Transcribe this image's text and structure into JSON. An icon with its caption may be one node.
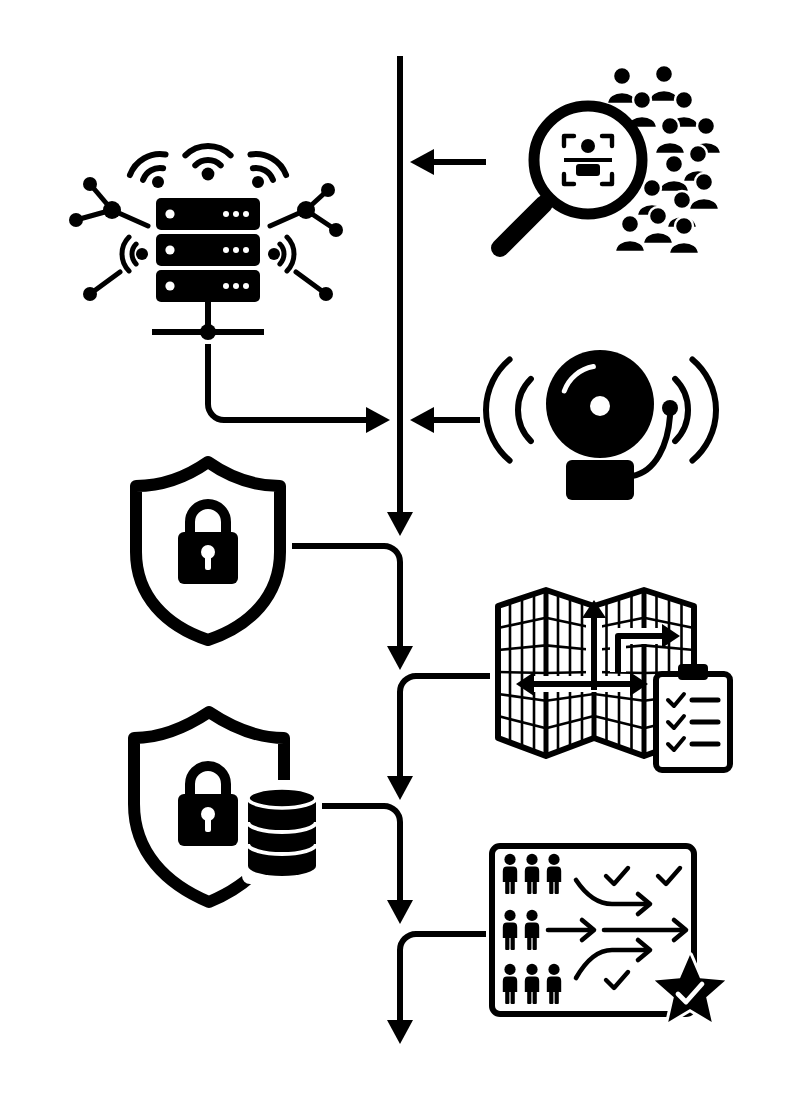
{
  "diagram": {
    "nodes": [
      {
        "text": [],
        "shape": "picture"
      },
      {
        "text": [],
        "shape": "picture"
      },
      {
        "text": [],
        "shape": "picture"
      },
      {
        "text": [],
        "shape": "picture"
      },
      {
        "text": [],
        "shape": "picture"
      },
      {
        "text": [],
        "shape": "picture"
      },
      {
        "text": [],
        "shape": "picture"
      }
    ],
    "edges": [
      {
        "from": 1,
        "to": null,
        "arrow": "to"
      },
      {
        "from": 0,
        "to": null,
        "arrow": "to"
      },
      {
        "from": 2,
        "to": null,
        "arrow": "to"
      },
      {
        "from": 3,
        "to": null,
        "arrow": "to"
      },
      {
        "from": 4,
        "to": null,
        "arrow": "to"
      },
      {
        "from": 5,
        "to": null,
        "arrow": "to"
      },
      {
        "from": 6,
        "to": null,
        "arrow": "to"
      }
    ]
  }
}
